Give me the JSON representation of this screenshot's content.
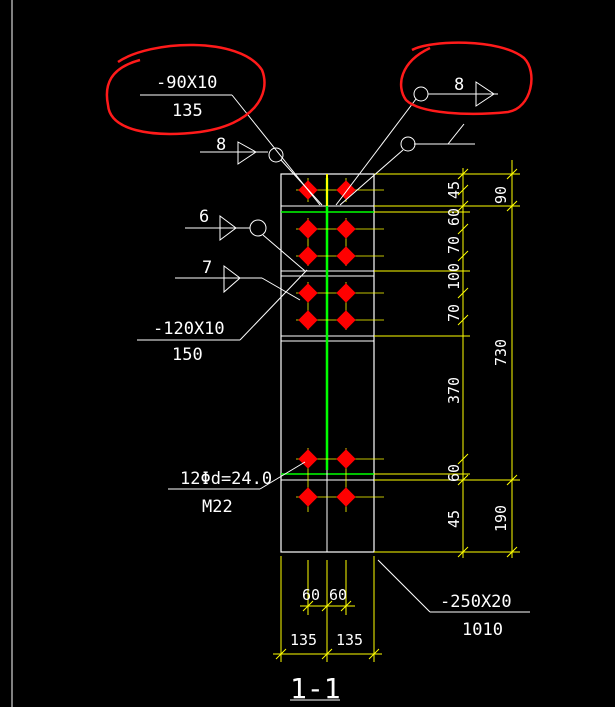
{
  "section_title": "1-1",
  "plate_labels": {
    "top_left": {
      "size": "-90X10",
      "length": "135"
    },
    "mid_left": {
      "size": "-120X10",
      "length": "150"
    },
    "base": {
      "size": "-250X20",
      "length": "1010"
    }
  },
  "bolt_label": {
    "spec": "12Φd=24.0",
    "grade": "M22"
  },
  "weld_marks": {
    "top_right": "8",
    "left_upper": "8",
    "left_mid": "6",
    "left_low": "7"
  },
  "dims_vertical_inner": [
    "45",
    "60",
    "70",
    "100",
    "70",
    "370",
    "60",
    "45"
  ],
  "dims_vertical_outer": [
    "90",
    "730",
    "190"
  ],
  "dims_horizontal_top": [
    "60",
    "60"
  ],
  "dims_horizontal_bottom": [
    "135",
    "135"
  ],
  "colors": {
    "background": "#000000",
    "line": "#ffffff",
    "dimension": "#ffff00",
    "bolt": "#ff0000",
    "web": "#00ff00",
    "annotation": "#ff0000"
  }
}
